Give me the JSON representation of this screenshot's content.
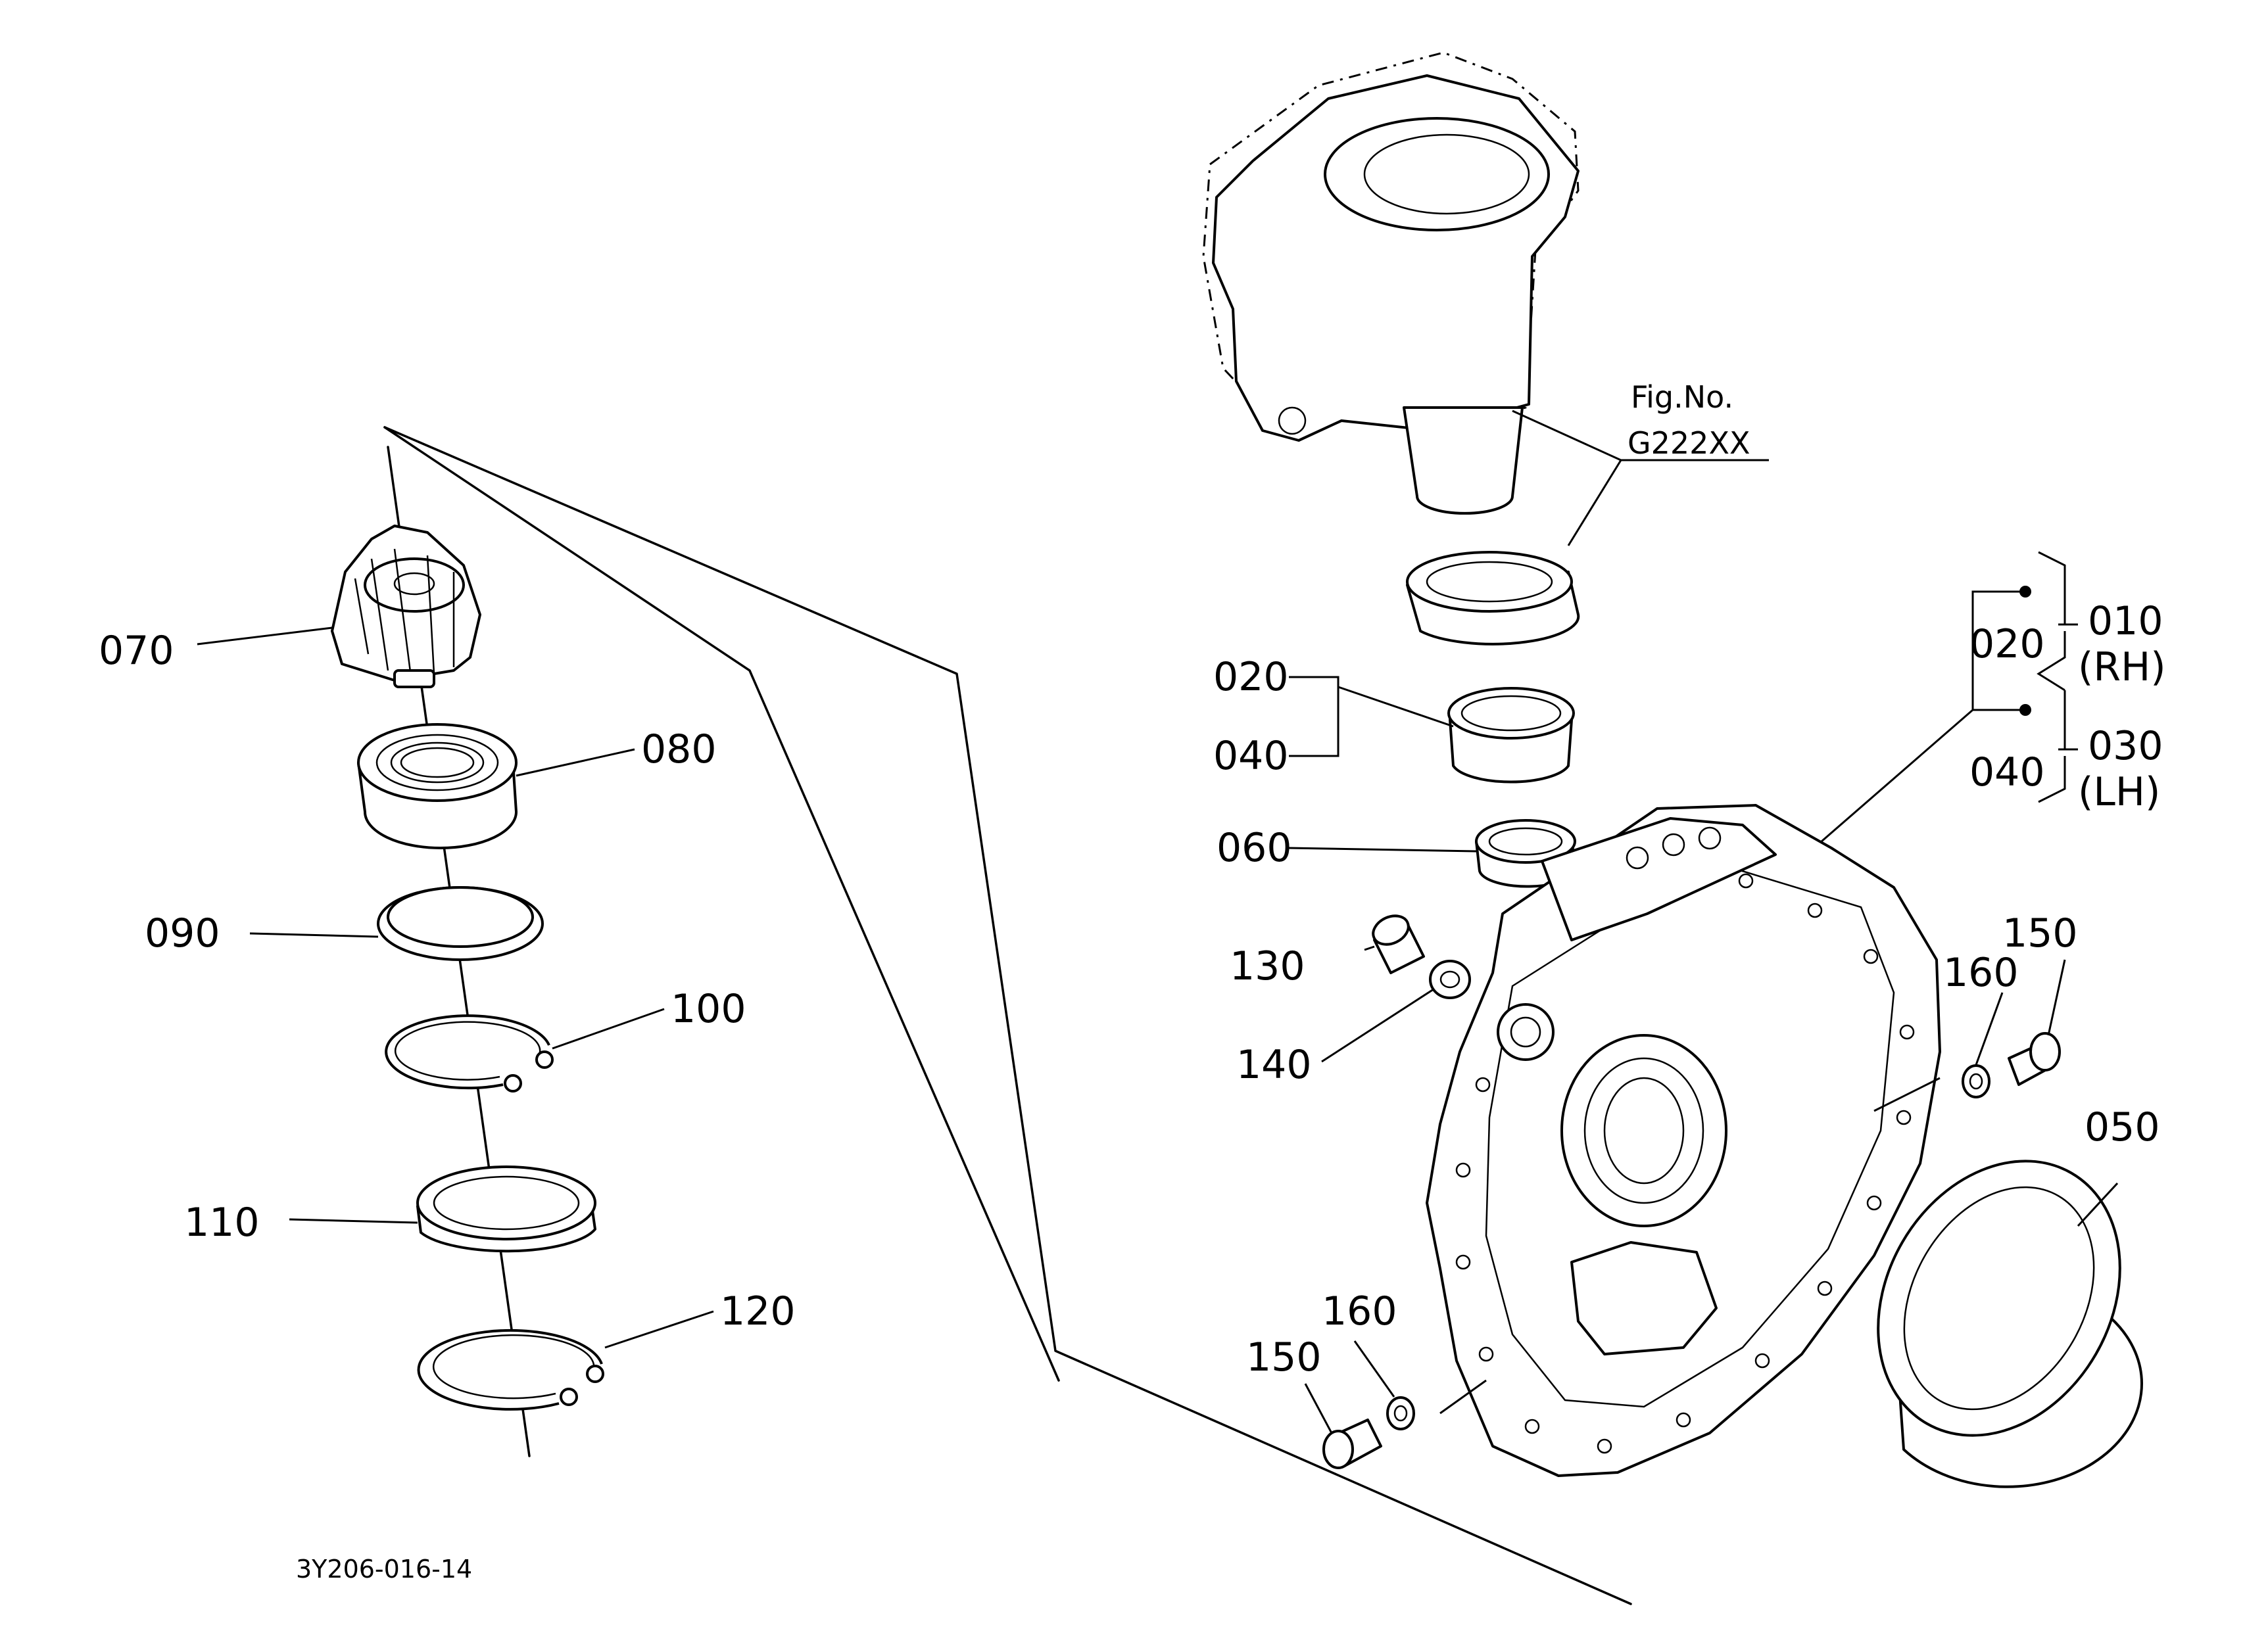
{
  "diagram": {
    "drawing_id": "3Y206-016-14",
    "figure_reference": {
      "line1": "Fig.No.",
      "line2": "G222XX"
    },
    "part_labels": {
      "p010": "010",
      "p020_top": "020",
      "p020_bracket": "020",
      "p030": "030",
      "p040_top": "040",
      "p040_bracket": "040",
      "p050": "050",
      "p060": "060",
      "p070": "070",
      "p080": "080",
      "p090": "090",
      "p100": "100",
      "p110": "110",
      "p120": "120",
      "p130": "130",
      "p140": "140",
      "p150_right": "150",
      "p150_left": "150",
      "p160_right": "160",
      "p160_left": "160"
    },
    "side_labels": {
      "rh": "(RH)",
      "lh": "(LH)"
    }
  }
}
